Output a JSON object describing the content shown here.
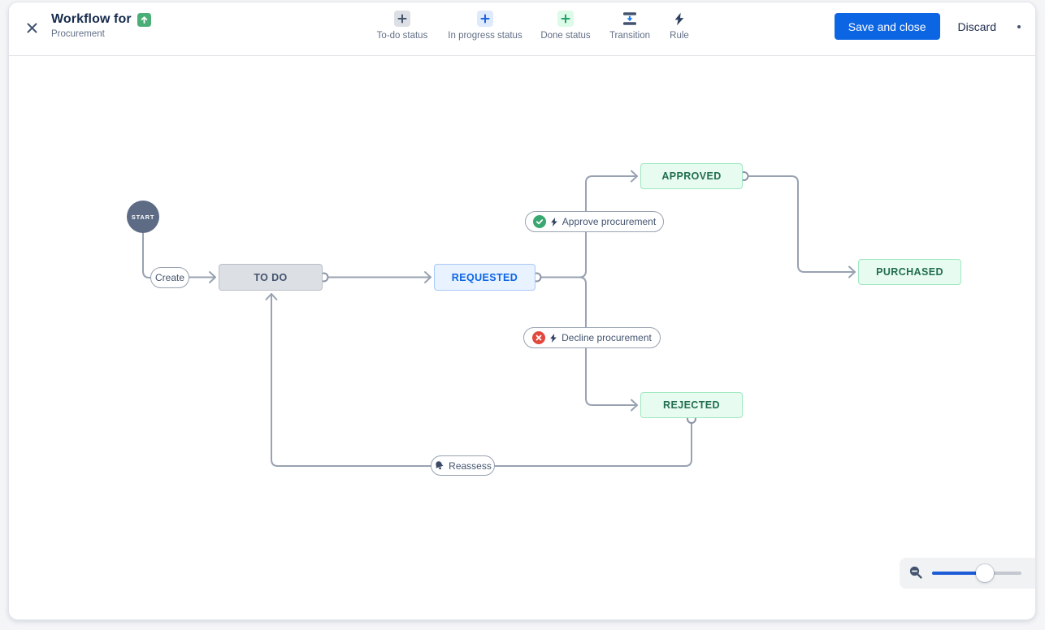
{
  "header": {
    "title": "Workflow for",
    "subtitle": "Procurement",
    "issue_type_icon": "improvement-up-arrow",
    "toolbar": {
      "items": [
        {
          "label": "To-do status",
          "icon": "plus-square-gray"
        },
        {
          "label": "In progress status",
          "icon": "plus-square-blue"
        },
        {
          "label": "Done status",
          "icon": "plus-square-green"
        },
        {
          "label": "Transition",
          "icon": "transition-arrow"
        },
        {
          "label": "Rule",
          "icon": "lightning-bolt"
        }
      ]
    },
    "actions": {
      "save": "Save and close",
      "discard": "Discard"
    }
  },
  "diagram": {
    "start": {
      "label": "START"
    },
    "statuses": {
      "todo": {
        "label": "TO DO",
        "category": "todo"
      },
      "requested": {
        "label": "REQUESTED",
        "category": "in-progress"
      },
      "approved": {
        "label": "APPROVED",
        "category": "done"
      },
      "rejected": {
        "label": "REJECTED",
        "category": "done"
      },
      "purchased": {
        "label": "PURCHASED",
        "category": "done"
      }
    },
    "transitions": {
      "create": {
        "label": "Create"
      },
      "approve": {
        "label": "Approve procurement",
        "badge": "check-circle-green",
        "has_rule": true
      },
      "decline": {
        "label": "Decline procurement",
        "badge": "cross-circle-red",
        "has_rule": true
      },
      "reassess": {
        "label": "Reassess",
        "badge": "bell"
      }
    }
  },
  "zoom_control": {
    "zoom_out_icon": "magnifier-minus",
    "level_fraction": 0.5
  },
  "colors": {
    "primary_button": "#0c66e4",
    "todo_bg": "#dcdfe4",
    "todo_text": "#44546f",
    "inprogress_bg": "#e9f2ff",
    "inprogress_text": "#0c66e4",
    "done_bg": "#e8fbf0",
    "done_text": "#216e4e",
    "connector": "#98a2b1",
    "start_circle": "#5d6b85",
    "approve_badge": "#38a870",
    "decline_badge": "#e2483d",
    "slider_fill": "#1d5bd6"
  }
}
